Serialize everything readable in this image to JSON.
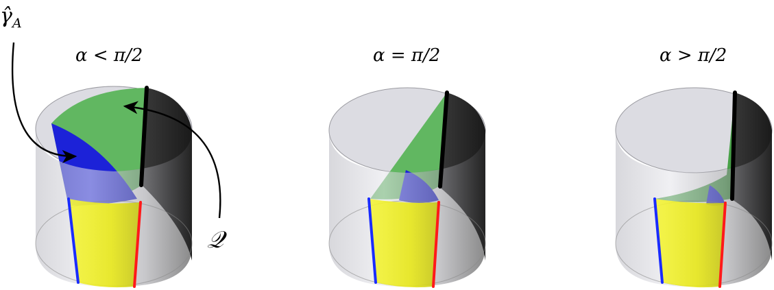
{
  "panels": [
    {
      "title_lhs": "α",
      "title_rel": "<",
      "title_rhs": "π/2"
    },
    {
      "title_lhs": "α",
      "title_rel": "=",
      "title_rhs": "π/2"
    },
    {
      "title_lhs": "α",
      "title_rel": ">",
      "title_rhs": "π/2"
    }
  ],
  "annotations": {
    "gamma_label": "γ̂",
    "gamma_subscript": "A",
    "q_label": "𝒬"
  },
  "colors": {
    "cylinder_gray": "#c9c9d0",
    "cylinder_dark": "#1e1e1e",
    "green_surface": "#56b356",
    "blue_region": "#1c22d8",
    "yellow_region": "#f2f21e",
    "blue_edge": "#1a2cff",
    "red_edge": "#ff1a1a",
    "black_edge": "#000000"
  }
}
